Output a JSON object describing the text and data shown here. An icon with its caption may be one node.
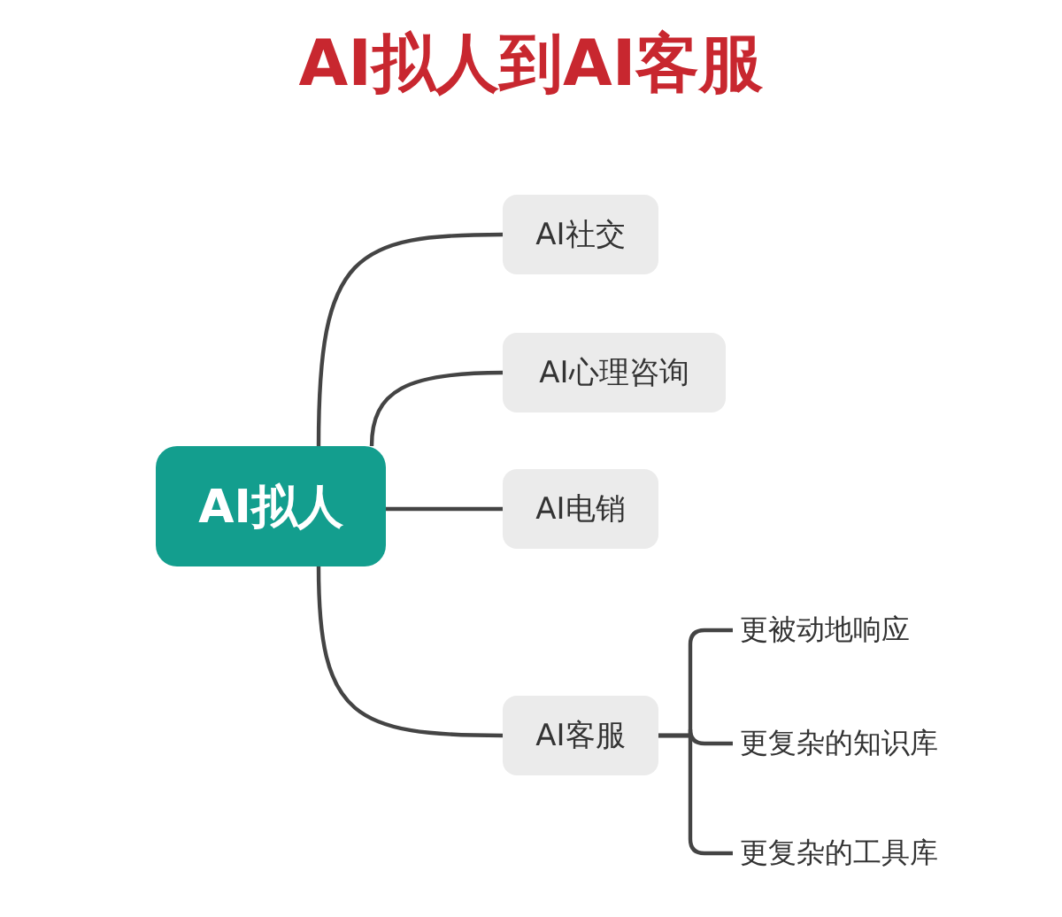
{
  "diagram": {
    "title": "AI拟人到AI客服",
    "nodes": [
      {
        "text": [
          "AI拟人"
        ]
      },
      {
        "text": [
          "AI社交"
        ]
      },
      {
        "text": [
          "AI心理咨询"
        ]
      },
      {
        "text": [
          "AI电销"
        ]
      },
      {
        "text": [
          "AI客服"
        ]
      },
      {
        "text": [
          "更被动地响应"
        ]
      },
      {
        "text": [
          "更复杂的知识库"
        ]
      },
      {
        "text": [
          "更复杂的工具库"
        ]
      }
    ],
    "edges": [
      {
        "from": 0,
        "to": 1,
        "arrow": "none"
      },
      {
        "from": 0,
        "to": 2,
        "arrow": "none"
      },
      {
        "from": 0,
        "to": 3,
        "arrow": "none"
      },
      {
        "from": 0,
        "to": 4,
        "arrow": "none"
      },
      {
        "from": 4,
        "to": 5,
        "arrow": "none"
      },
      {
        "from": 4,
        "to": 6,
        "arrow": "none"
      },
      {
        "from": 4,
        "to": 7,
        "arrow": "none"
      }
    ]
  }
}
